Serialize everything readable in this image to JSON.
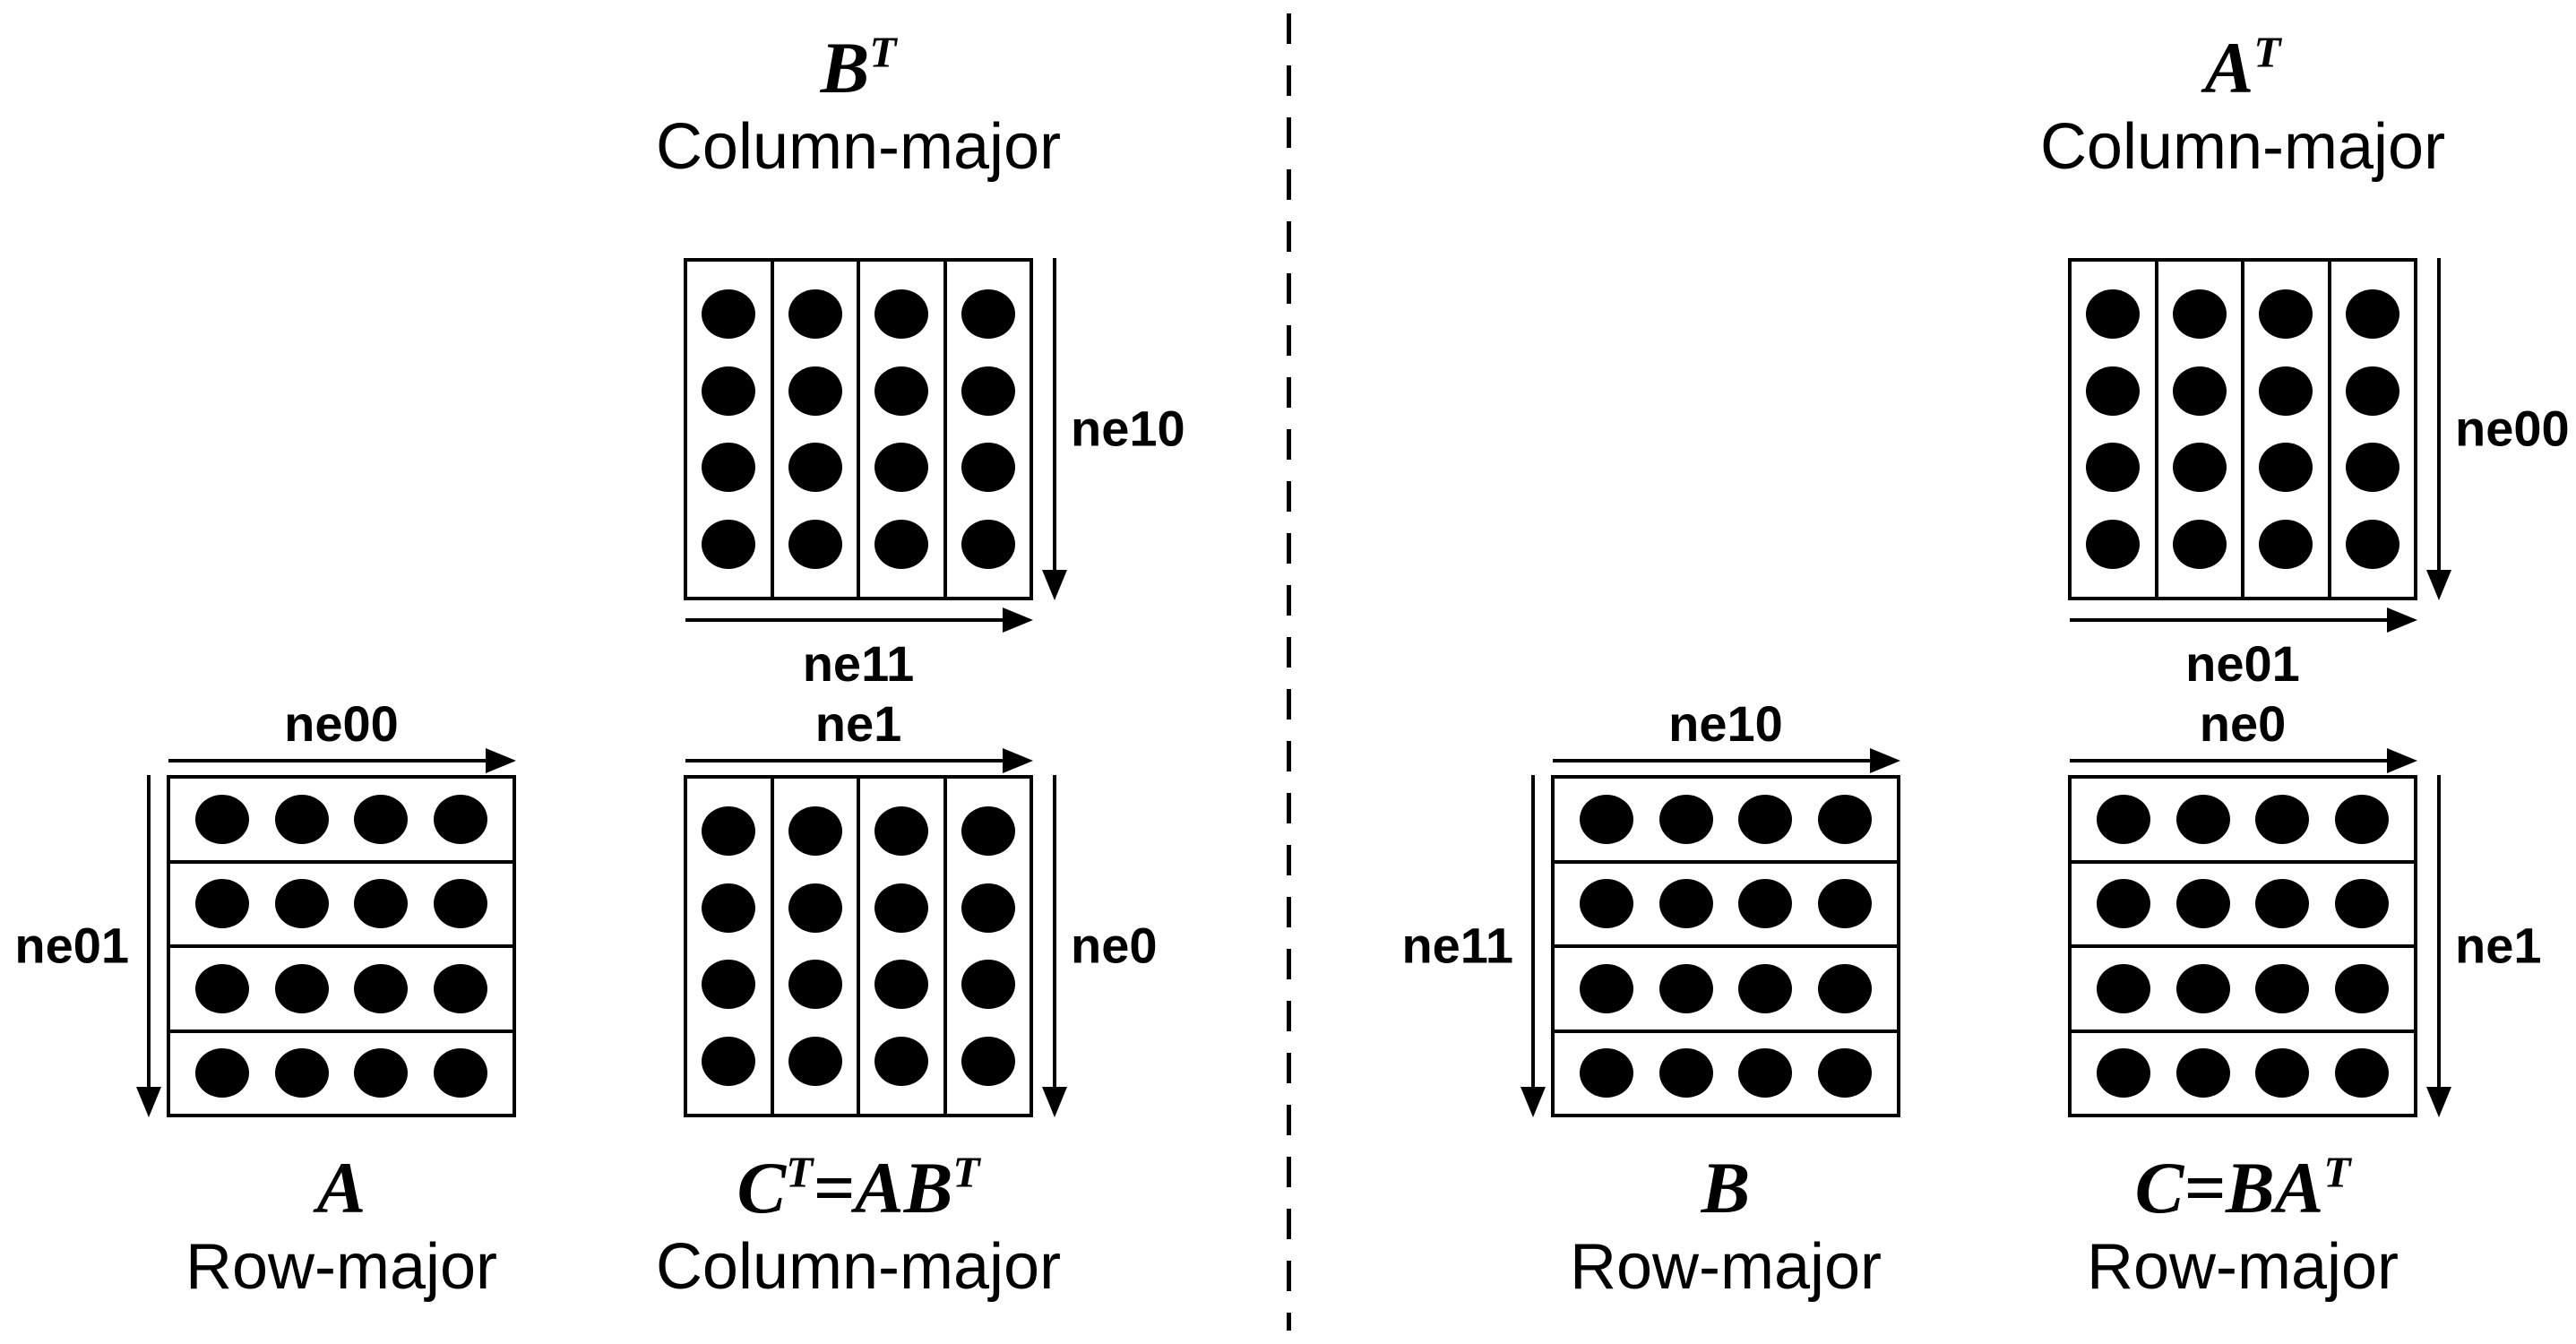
{
  "figure": {
    "dot_grid": {
      "strips": 4,
      "dots_per_strip": 4
    },
    "panels": {
      "left": {
        "top_matrix": {
          "name_parts": [
            [
              "t",
              "B"
            ],
            [
              "sup",
              "T"
            ]
          ],
          "layout": "Column-major",
          "right_axis": "ne10",
          "bottom_axis": "ne11"
        },
        "bottom_left_matrix": {
          "name_parts": [
            [
              "t",
              "A"
            ]
          ],
          "layout": "Row-major",
          "top_axis": "ne00",
          "left_axis": "ne01"
        },
        "bottom_right_matrix": {
          "name_parts": [
            [
              "t",
              "C"
            ],
            [
              "sup",
              "T"
            ],
            [
              "t",
              "=AB"
            ],
            [
              "sup",
              "T"
            ]
          ],
          "layout": "Column-major",
          "top_axis": "ne1",
          "right_axis": "ne0"
        }
      },
      "right": {
        "top_matrix": {
          "name_parts": [
            [
              "t",
              "A"
            ],
            [
              "sup",
              "T"
            ]
          ],
          "layout": "Column-major",
          "right_axis": "ne00",
          "bottom_axis": "ne01"
        },
        "bottom_left_matrix": {
          "name_parts": [
            [
              "t",
              "B"
            ]
          ],
          "layout": "Row-major",
          "top_axis": "ne10",
          "left_axis": "ne11"
        },
        "bottom_right_matrix": {
          "name_parts": [
            [
              "t",
              "C=BA"
            ],
            [
              "sup",
              "T"
            ]
          ],
          "layout": "Row-major",
          "top_axis": "ne0",
          "right_axis": "ne1"
        }
      }
    }
  }
}
